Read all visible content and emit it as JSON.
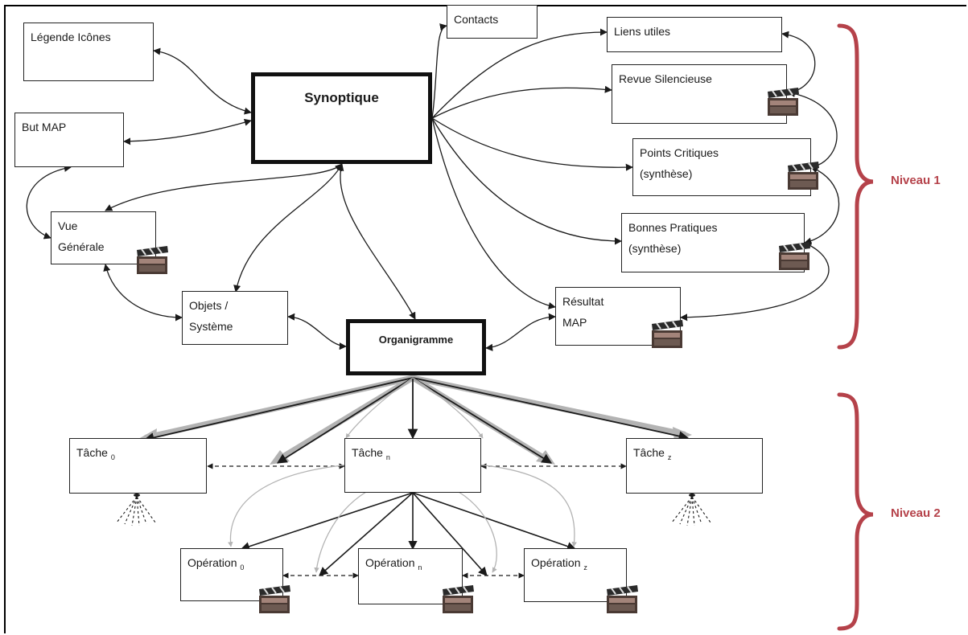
{
  "nodes": {
    "legende": {
      "label": "Légende Icônes"
    },
    "contacts": {
      "label": "Contacts"
    },
    "liens": {
      "label": "Liens utiles"
    },
    "but": {
      "label": "But MAP"
    },
    "synoptique": {
      "label": "Synoptique"
    },
    "revue": {
      "label": "Revue Silencieuse"
    },
    "points": {
      "label": "Points Critiques\n(synthèse)"
    },
    "vue": {
      "label": "Vue\nGénérale"
    },
    "bonnes": {
      "label": "Bonnes Pratiques\n(synthèse)"
    },
    "objets": {
      "label": "Objets /\nSystème"
    },
    "organigramme": {
      "label": "Organigramme"
    },
    "resultat": {
      "label": "Résultat\nMAP"
    },
    "tache0": {
      "label": "Tâche",
      "sub": "0"
    },
    "tachen": {
      "label": "Tâche",
      "sub": "n"
    },
    "tachez": {
      "label": "Tâche",
      "sub": "z"
    },
    "op0": {
      "label": "Opération",
      "sub": "0"
    },
    "opn": {
      "label": "Opération",
      "sub": "n"
    },
    "opz": {
      "label": "Opération",
      "sub": "z"
    }
  },
  "levels": {
    "niveau1": "Niveau 1",
    "niveau2": "Niveau 2"
  },
  "colors": {
    "bracket": "#b5424a",
    "level_text": "#b5424a",
    "gray_arrow": "#b3b3b3",
    "line": "#1a1a1a"
  },
  "icons": {
    "video": "clapperboard-icon",
    "wifi": "signal-rays-icon"
  }
}
